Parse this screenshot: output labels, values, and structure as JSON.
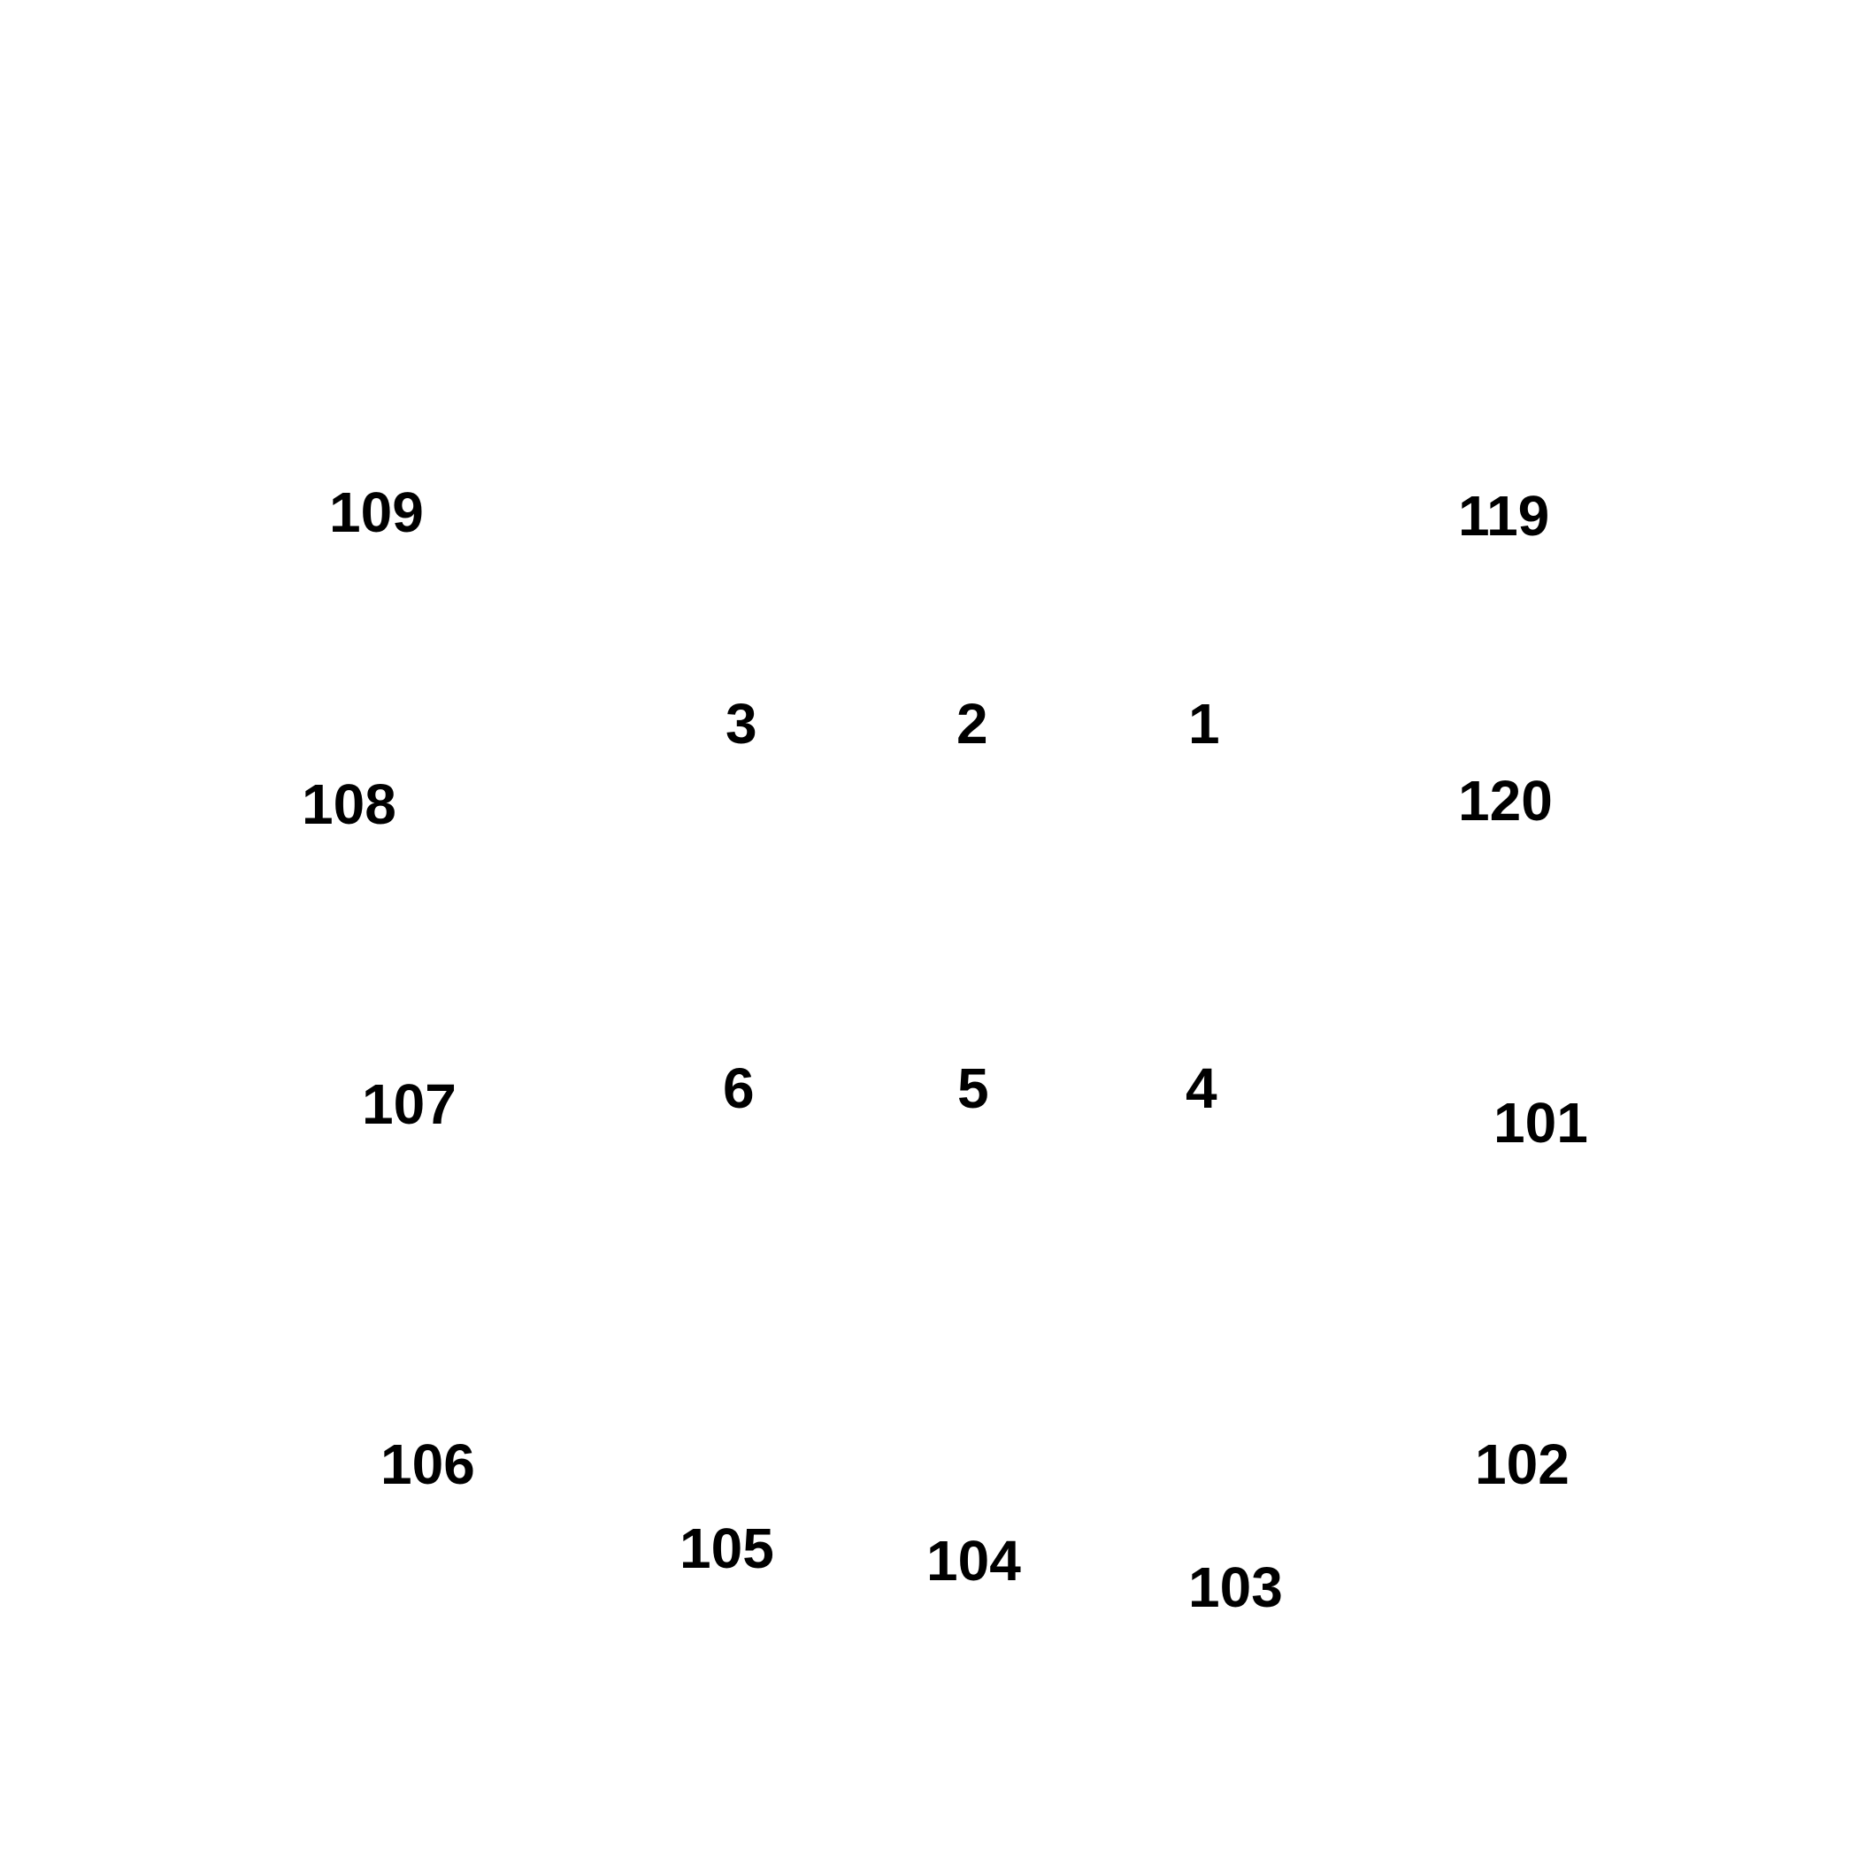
{
  "labels": {
    "n1": "1",
    "n2": "2",
    "n3": "3",
    "n4": "4",
    "n5": "5",
    "n6": "6",
    "n101": "101",
    "n102": "102",
    "n103": "103",
    "n104": "104",
    "n105": "105",
    "n106": "106",
    "n107": "107",
    "n108": "108",
    "n109": "109",
    "n119": "119",
    "n120": "120"
  },
  "colors": {
    "background": "#ffffff",
    "text": "#000000"
  }
}
